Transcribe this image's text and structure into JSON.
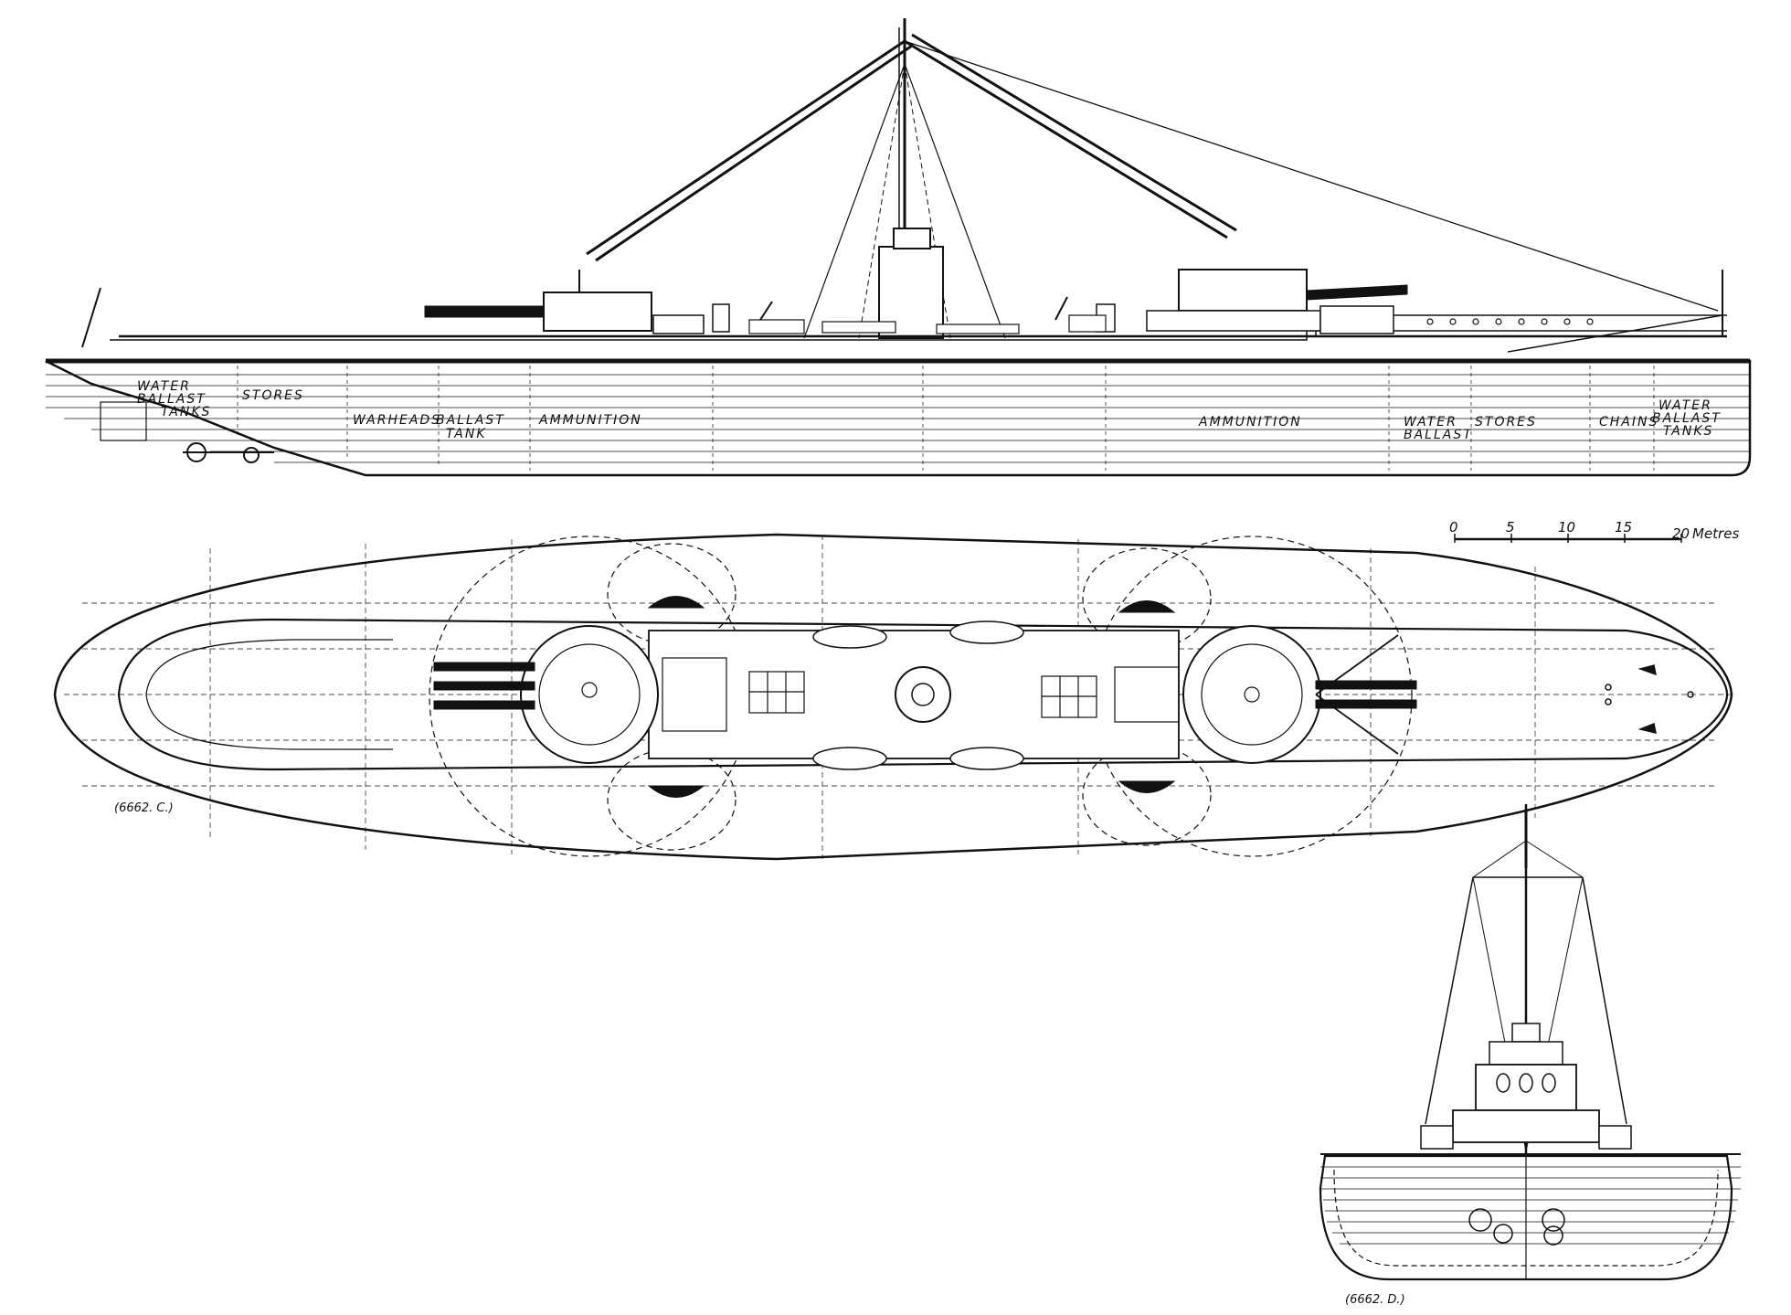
{
  "profile_labels": {
    "water_ballast_tanks_aft_1": "WATER",
    "water_ballast_tanks_aft_2": "BALLAST",
    "water_ballast_tanks_aft_3": "TANKS",
    "stores_aft": "STORES",
    "warheads": "WARHEADS",
    "ballast_tank_1": "BALLAST",
    "ballast_tank_2": "TANK",
    "ammunition_aft": "AMMUNITION",
    "ammunition_fwd": "AMMUNITION",
    "water_ballast_fwd_1": "WATER",
    "water_ballast_fwd_2": "BALLAST",
    "stores_fwd": "STORES",
    "chains": "CHAINS",
    "water_ballast_tanks_fwd_1": "WATER",
    "water_ballast_tanks_fwd_2": "BALLAST",
    "water_ballast_tanks_fwd_3": "TANKS"
  },
  "scale_bar": {
    "ticks": [
      "0",
      "5",
      "10",
      "15"
    ],
    "last": "20",
    "unit": "Metres"
  },
  "plan_ref": "(6662. C.)",
  "section_ref": "(6662. D.)"
}
